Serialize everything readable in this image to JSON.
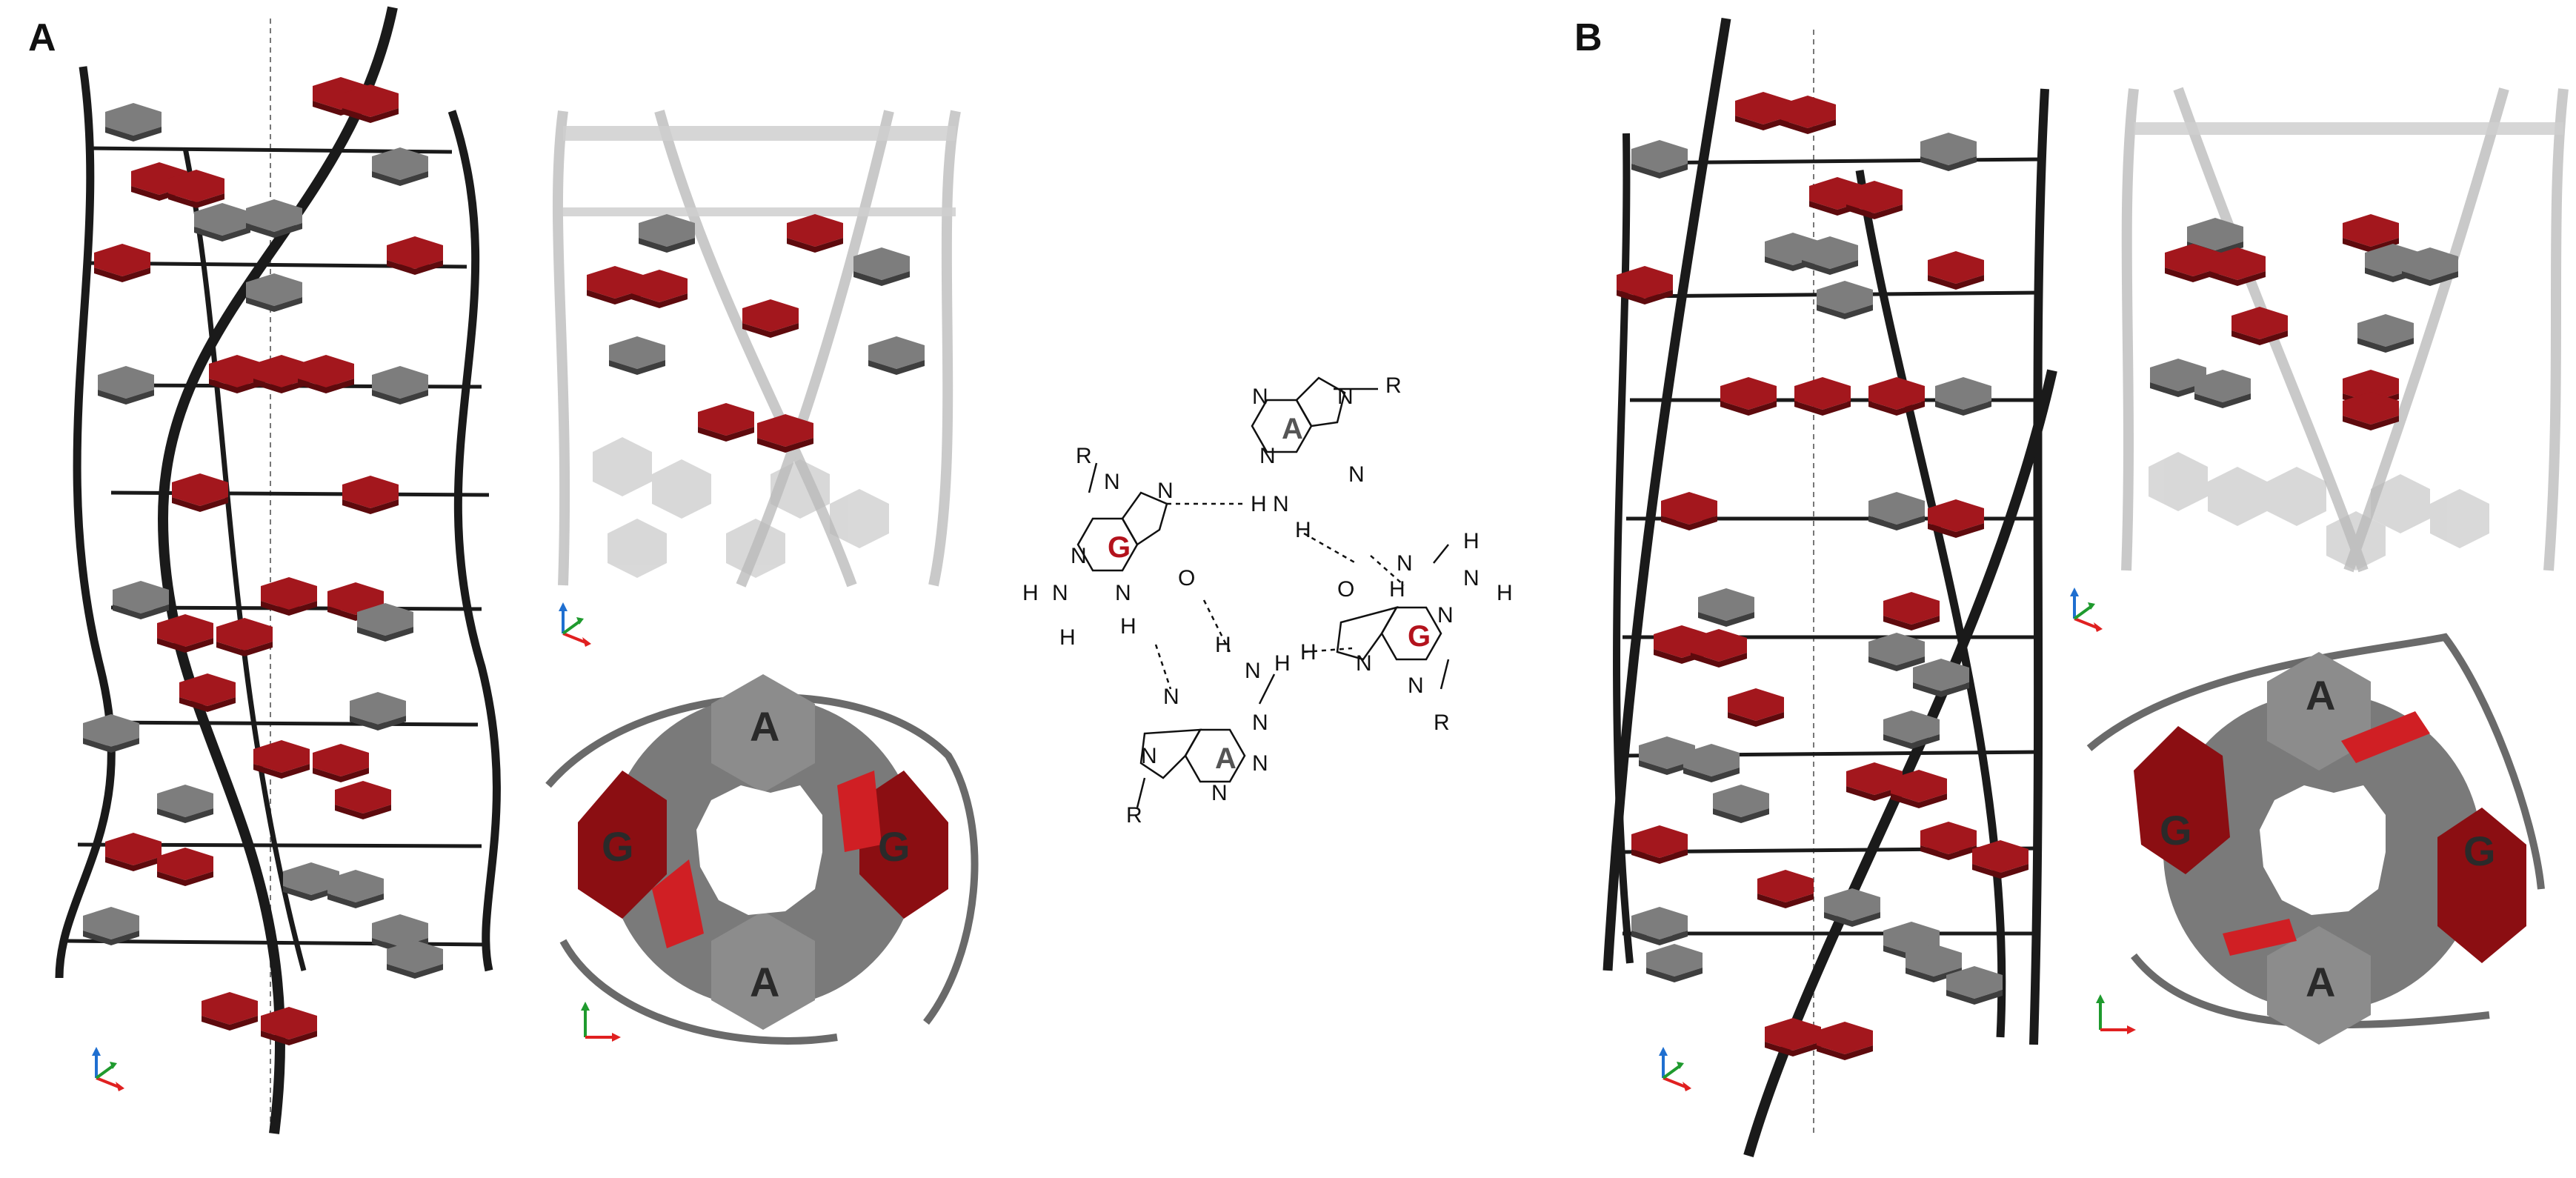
{
  "panels": [
    {
      "id": "A",
      "label": "A"
    },
    {
      "id": "B",
      "label": "B"
    }
  ],
  "top_views": [
    {
      "panel": "A",
      "labels": [
        "A",
        "G",
        "G",
        "A"
      ]
    },
    {
      "panel": "B",
      "labels": [
        "A",
        "G",
        "G",
        "A"
      ]
    }
  ],
  "chemistry": {
    "base_labels": [
      "G",
      "A",
      "A",
      "G"
    ],
    "atoms": {
      "N": "N",
      "H": "H",
      "O": "O",
      "R": "R"
    }
  },
  "colors": {
    "guanine_red": "#8b0e12",
    "guanine_red_light": "#c0272d",
    "adenine_gray": "#6e6e6e",
    "adenine_gray_light": "#9a9a9a",
    "backbone": "#1a1a1a",
    "axis_x": "#e02020",
    "axis_y": "#1f9a2e",
    "axis_z": "#1f6fd0"
  },
  "icons": [
    "axis-triad-icon"
  ]
}
